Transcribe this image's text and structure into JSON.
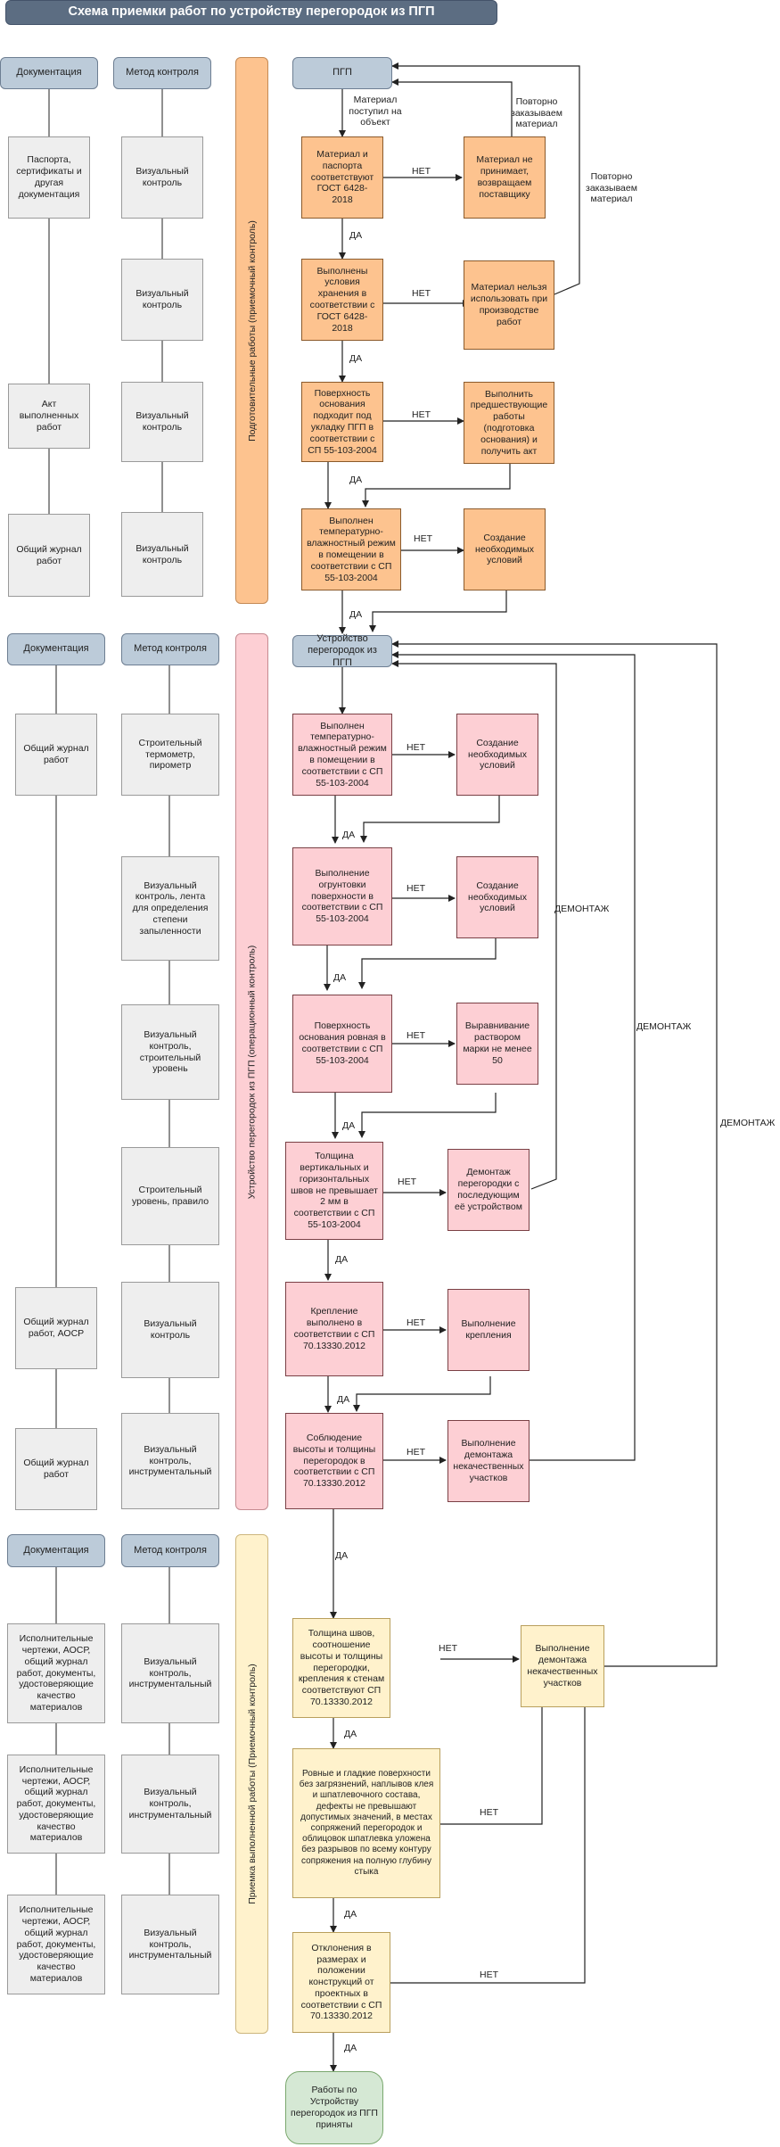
{
  "title": "Схема приемки работ по устройству перегородок из ПГП",
  "colors": {
    "title_bg": "#5c6d82",
    "header_bg": "#bccbd9",
    "stage1": "#fdc38f",
    "stage2": "#fdcfd4",
    "stage3": "#fff2cc",
    "final": "#d5e8d4",
    "doc_bg": "#eeeeee"
  },
  "headers": {
    "documentation": "Документация",
    "control_method": "Метод контроля"
  },
  "phases": {
    "p1": "Подготовительные работы (приемочный контроль)",
    "p2": "Устройство перегородок из ПГП (операционный контроль)",
    "p3": "Приемка выполненной работы (Приемочный контроль)"
  },
  "docs": {
    "d1": "Паспорта, сертификаты и другая документация",
    "d2": "Акт выполненных работ",
    "d3": "Общий журнал работ",
    "d4": "Общий журнал работ",
    "d5": "Общий журнал работ, АОСР",
    "d6": "Общий журнал работ",
    "d7": "Исполнительные чертежи, АОСР, общий журнал работ, документы, удостоверяющие качество материалов",
    "d8": "Исполнительные чертежи, АОСР, общий журнал работ, документы, удостоверяющие качество материалов",
    "d9": "Исполнительные чертежи, АОСР, общий журнал работ, документы, удостоверяющие качество материалов"
  },
  "methods": {
    "m1": "Визуальный контроль",
    "m2": "Визуальный контроль",
    "m3": "Визуальный контроль",
    "m4": "Визуальный контроль",
    "m5": "Строительный термометр, пирометр",
    "m6": "Визуальный контроль, лента для определения степени запыленности",
    "m7": "Визуальный контроль, строительный уровень",
    "m8": "Строительный уровень, правило",
    "m9": "Визуальный контроль",
    "m10": "Визуальный контроль, инструментальный",
    "m11": "Визуальный контроль, инструментальный",
    "m12": "Визуальный контроль, инструментальный",
    "m13": "Визуальный контроль, инструментальный"
  },
  "flow": {
    "start1": "ПГП",
    "s1": "Материал и паспорта соответствуют ГОСТ 6428-2018",
    "s1n": "Материал не принимает, возвращаем поставщику",
    "s2": "Выполнены условия хранения в соответствии с ГОСТ 6428-2018",
    "s2n": "Материал нельзя использовать при производстве работ",
    "s3": "Поверхность основания подходит под укладку ПГП в соответствии с СП 55-103-2004",
    "s3n": "Выполнить предшествующие работы (подготовка основания) и получить акт",
    "s4": "Выполнен температурно-влажностный режим в помещении в соответствии с СП 55-103-2004",
    "s4n": "Создание необходимых условий",
    "start2": "Устройство перегородок из ПГП",
    "o1": "Выполнен температурно-влажностный режим в помещении в соответствии с СП 55-103-2004",
    "o1n": "Создание необходимых условий",
    "o2": "Выполнение огрунтовки поверхности в соответствии с СП 55-103-2004",
    "o2n": "Создание необходимых условий",
    "o3": "Поверхность основания ровная в соответствии с СП 55-103-2004",
    "o3n": "Выравнивание раствором марки не менее 50",
    "o4": "Толщина вертикальных и горизонтальных швов не превышает 2 мм в соответствии с СП 55-103-2004",
    "o4n": "Демонтаж перегородки с последующим её устройством",
    "o5": "Крепление выполнено в соответствии с СП 70.13330.2012",
    "o5n": "Выполнение крепления",
    "o6": "Соблюдение высоты и толщины перегородок в соответствии с СП 70.13330.2012",
    "o6n": "Выполнение демонтажа некачественных участков",
    "a1": "Толщина швов, соотношение высоты и толщины перегородки, крепления к стенам соответствуют СП 70.13330.2012",
    "a2": "Ровные и гладкие поверхности без загрязнений, наплывов клея и шпатлевочного состава, дефекты не превышают допустимых значений, в местах сопряжений перегородок и облицовок шпатлевка уложена без разрывов по всему контуру сопряжения на полную глубину стыка",
    "a3": "Отклонения в размерах и положении конструкций от проектных в соответствии с СП 70.13330.2012",
    "an": "Выполнение демонтажа некачественных участков",
    "final": "Работы по Устройству перегородок из ПГП приняты"
  },
  "labels": {
    "yes": "ДА",
    "no": "НЕТ",
    "arrived": "Материал поступил на объект",
    "reorder1": "Повторно заказываем материал",
    "reorder2": "Повторно заказываем материал",
    "dismantle": "ДЕМОНТАЖ"
  }
}
